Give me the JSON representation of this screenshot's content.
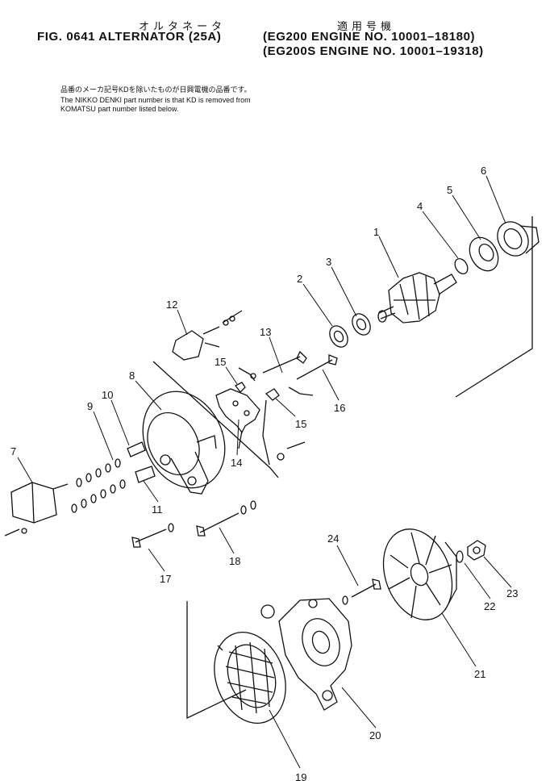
{
  "header": {
    "katakana_title": "オルタネータ",
    "applicability_label": "適用号機",
    "fig_title": "FIG. 0641  ALTERNATOR (25A)",
    "model_1": "(EG200  ENGINE NO. 10001–18180)",
    "model_2": "(EG200S ENGINE NO. 10001–19318)"
  },
  "note": {
    "japanese": "品番のメーカ記号KDを除いたものが日興電機の品番です。",
    "line_1": "The NIKKO DENKI part number is that KD is removed from",
    "line_2": "KOMATSU part number listed below."
  },
  "callouts": [
    "1",
    "2",
    "3",
    "4",
    "5",
    "6",
    "7",
    "8",
    "9",
    "10",
    "11",
    "12",
    "13",
    "14",
    "15",
    "15",
    "16",
    "17",
    "18",
    "19",
    "20",
    "21",
    "22",
    "23",
    "24"
  ]
}
